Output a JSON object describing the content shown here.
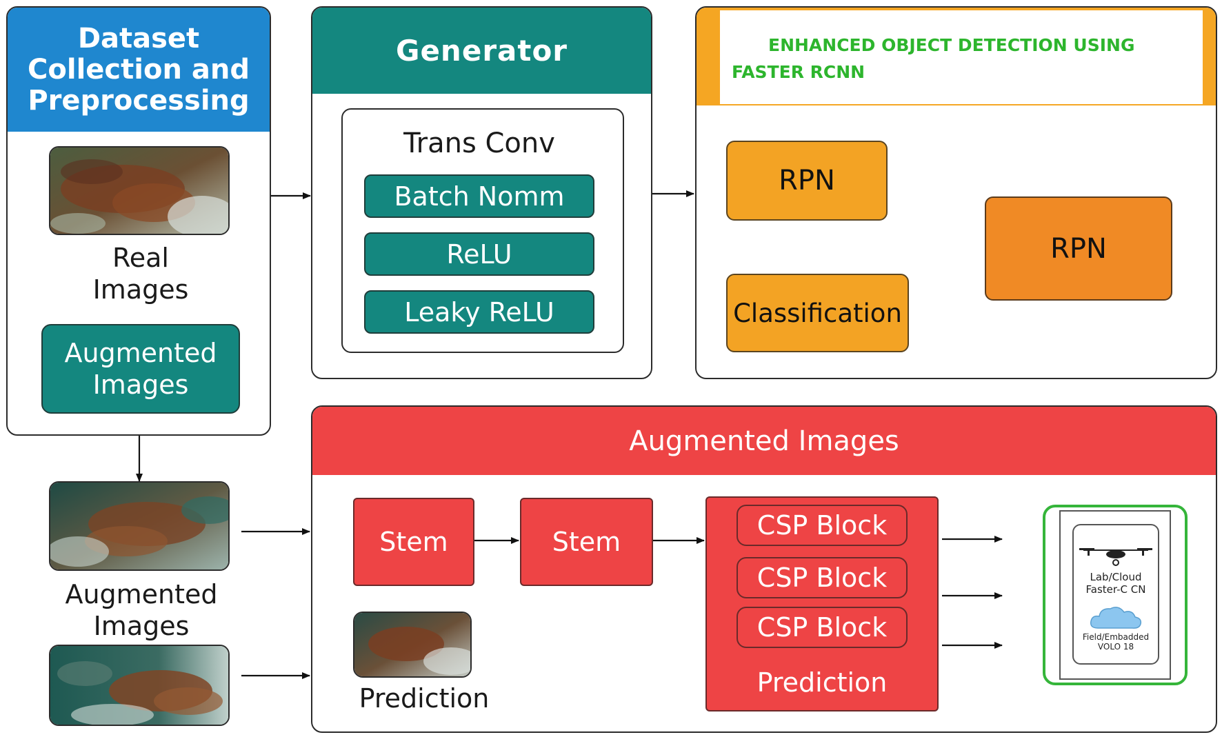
{
  "dataset_panel": {
    "title_lines": [
      "Dataset",
      "Collection and",
      "Preprocessing"
    ],
    "real_images_lines": [
      "Real",
      "Images"
    ],
    "augmented_box_lines": [
      "Augmented",
      "Images"
    ]
  },
  "generator_panel": {
    "title": "Generator",
    "trans_conv": "Trans Conv",
    "layers": [
      "Batch Nomm",
      "ReLU",
      "Leaky ReLU"
    ]
  },
  "detection_panel": {
    "title_line1": "ENHANCED OBJECT DETECTION USING",
    "title_line2": "FASTER RCNN",
    "rpn_top": "RPN",
    "classification": "Classification",
    "rpn_right": "RPN"
  },
  "augmented_outside": {
    "caption_lines": [
      "Augmented",
      "Images"
    ]
  },
  "augmented_panel": {
    "title": "Augmented Images",
    "stem1": "Stem",
    "stem2": "Stem",
    "csp_blocks": [
      "CSP Block",
      "CSP Block",
      "CSP Block"
    ],
    "csp_prediction": "Prediction",
    "prediction_caption": "Prediction"
  },
  "device_card": {
    "line1": "Lab/Cloud",
    "line2": "Faster-C CN",
    "line3": "Field/Embadded",
    "line4": "VOLO 18"
  },
  "colors": {
    "blue_header": "#1f87cf",
    "teal": "#14877f",
    "orange": "#f3a324",
    "red": "#ee4445",
    "green_title": "#2db52d"
  },
  "icons": [
    "drone-icon",
    "cloud-icon"
  ]
}
